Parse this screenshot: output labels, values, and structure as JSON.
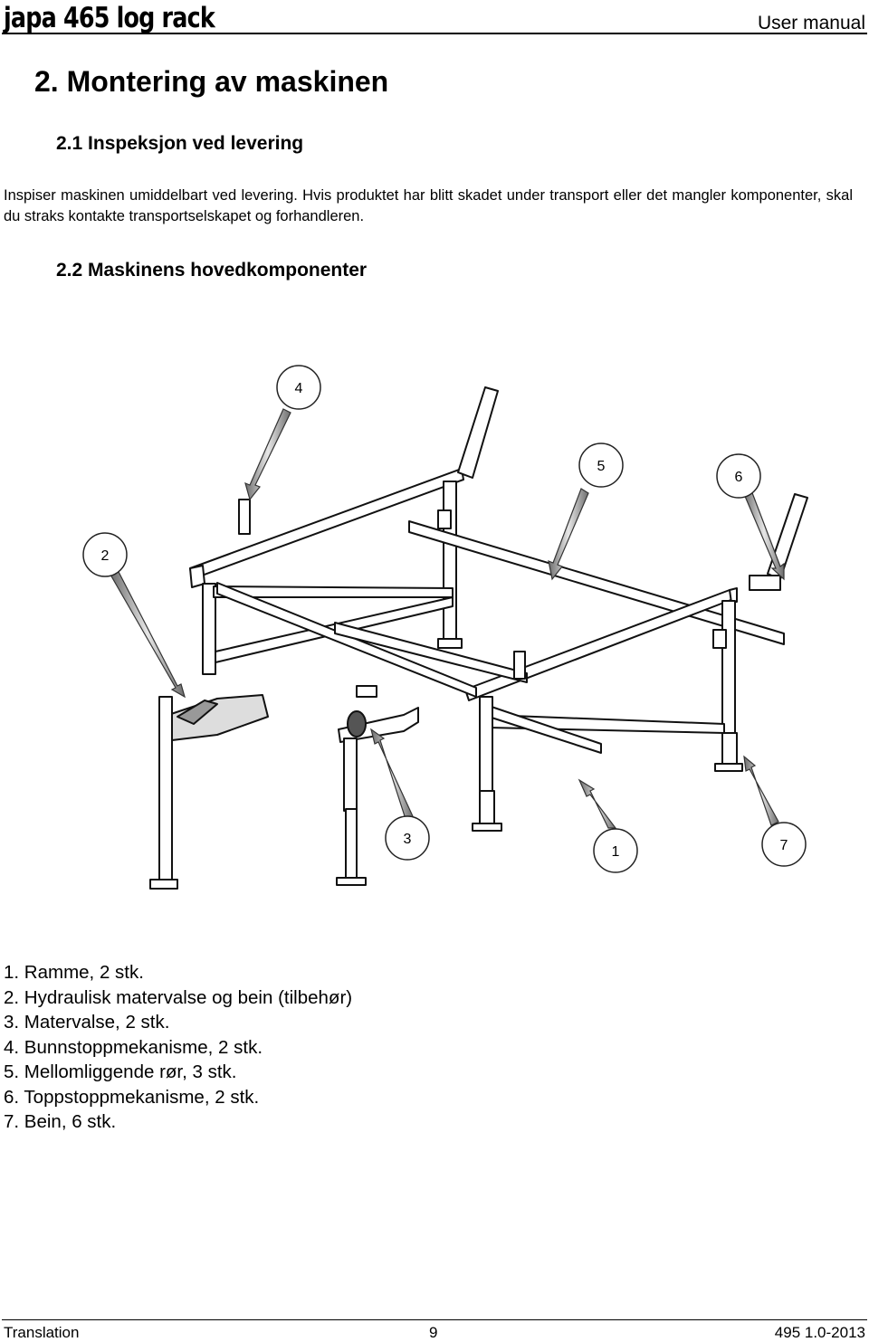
{
  "header": {
    "brand": "japa 465 log rack",
    "doc_type": "User manual"
  },
  "section": {
    "title": "2. Montering av maskinen",
    "inspection": {
      "heading": "2.1 Inspeksjon ved levering",
      "text": "Inspiser maskinen umiddelbart ved levering. Hvis produktet har blitt skadet under transport eller det mangler komponenter, skal du straks kontakte transportselskapet og forhandleren."
    },
    "components": {
      "heading": "2.2 Maskinens hovedkomponenter",
      "callouts": [
        "4",
        "5",
        "6",
        "2",
        "3",
        "1",
        "7"
      ],
      "items": [
        "1. Ramme, 2 stk.",
        "2. Hydraulisk matervalse og bein (tilbehør)",
        "3. Matervalse, 2 stk.",
        "4. Bunnstoppmekanisme, 2 stk.",
        "5. Mellomliggende rør, 3 stk.",
        "6. Toppstoppmekanisme, 2 stk.",
        "7. Bein, 6 stk."
      ]
    }
  },
  "footer": {
    "left": "Translation",
    "page": "9",
    "right": "495 1.0-2013"
  }
}
